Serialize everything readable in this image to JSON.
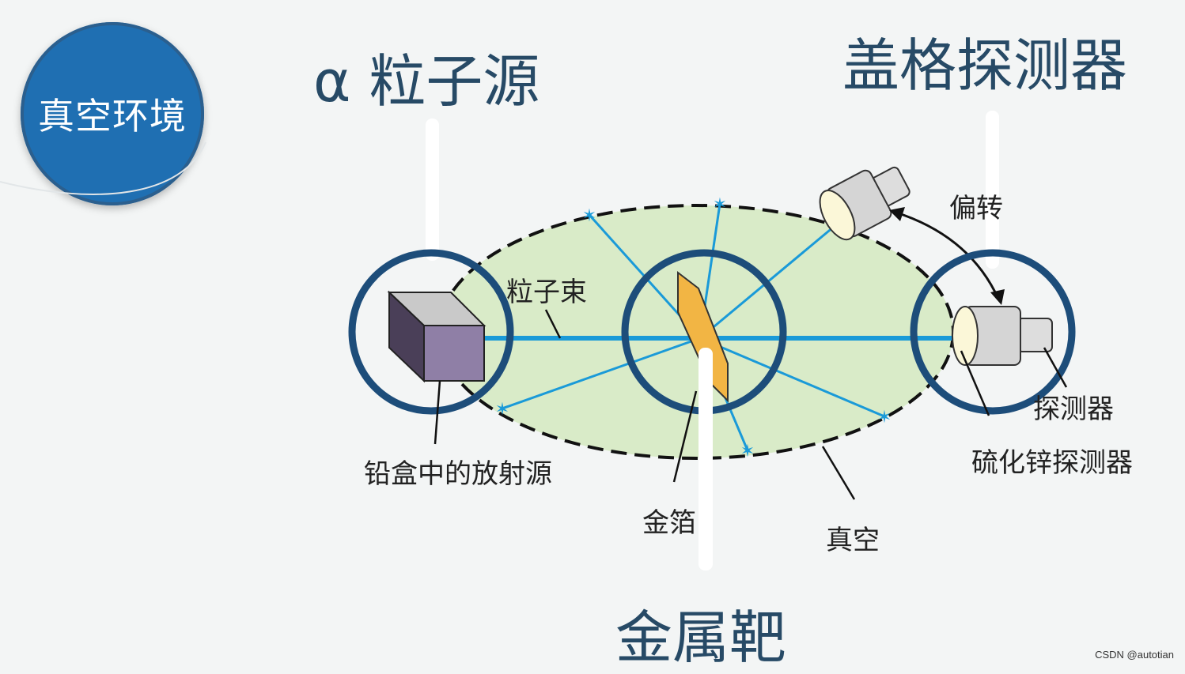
{
  "badge": {
    "label": "真空环境"
  },
  "labels": {
    "alpha_source": "α 粒子源",
    "geiger_detector": "盖格探测器",
    "metal_target": "金属靶",
    "particle_beam": "粒子束",
    "deflection": "偏转",
    "lead_box_source": "铅盒中的放射源",
    "gold_foil": "金箔",
    "vacuum": "真空",
    "detector": "探测器",
    "zns_detector": "硫化锌探测器"
  },
  "footer": {
    "watermark": "CSDN @autotian"
  },
  "colors": {
    "badge_fill": "#1f6fb2",
    "circle_stroke": "#1d4d7a",
    "beam": "#1a9ad8",
    "ellipse_fill": "#d9ebc8",
    "foil": "#f2b544",
    "source_box": "#8f7fa6",
    "title_text": "#274a66"
  }
}
